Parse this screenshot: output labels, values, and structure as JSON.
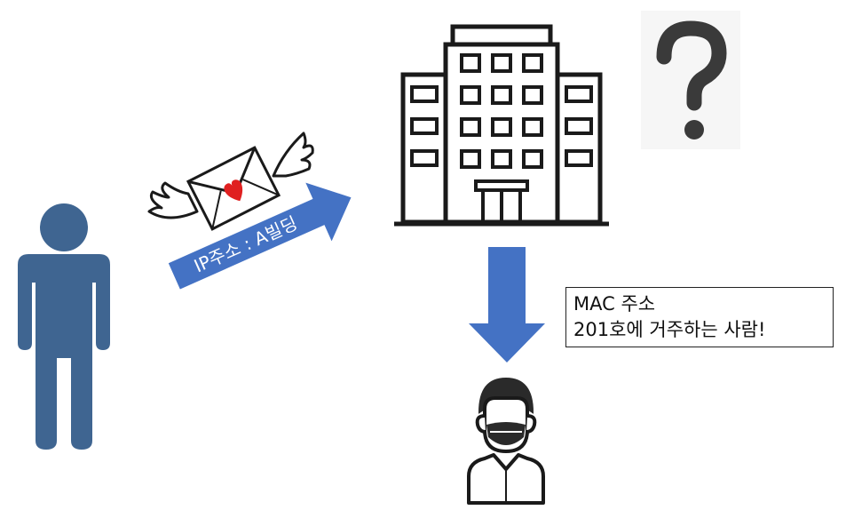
{
  "diagram": {
    "arrow_label": "IP주소 : A빌딩",
    "mac_label": {
      "line1": "MAC 주소",
      "line2": "201호에 거주하는 사람!"
    },
    "question_mark": "?"
  },
  "colors": {
    "arrow_blue": "#4472c4",
    "person_blue": "#3f6591",
    "outline": "#1a1a1a",
    "heart": "#e02020",
    "question_gray": "#3a3a3a"
  },
  "icons": {
    "sender": "person-icon",
    "letter": "winged-envelope-icon",
    "building": "building-icon",
    "question": "question-mark-icon",
    "resident": "masked-person-icon"
  }
}
